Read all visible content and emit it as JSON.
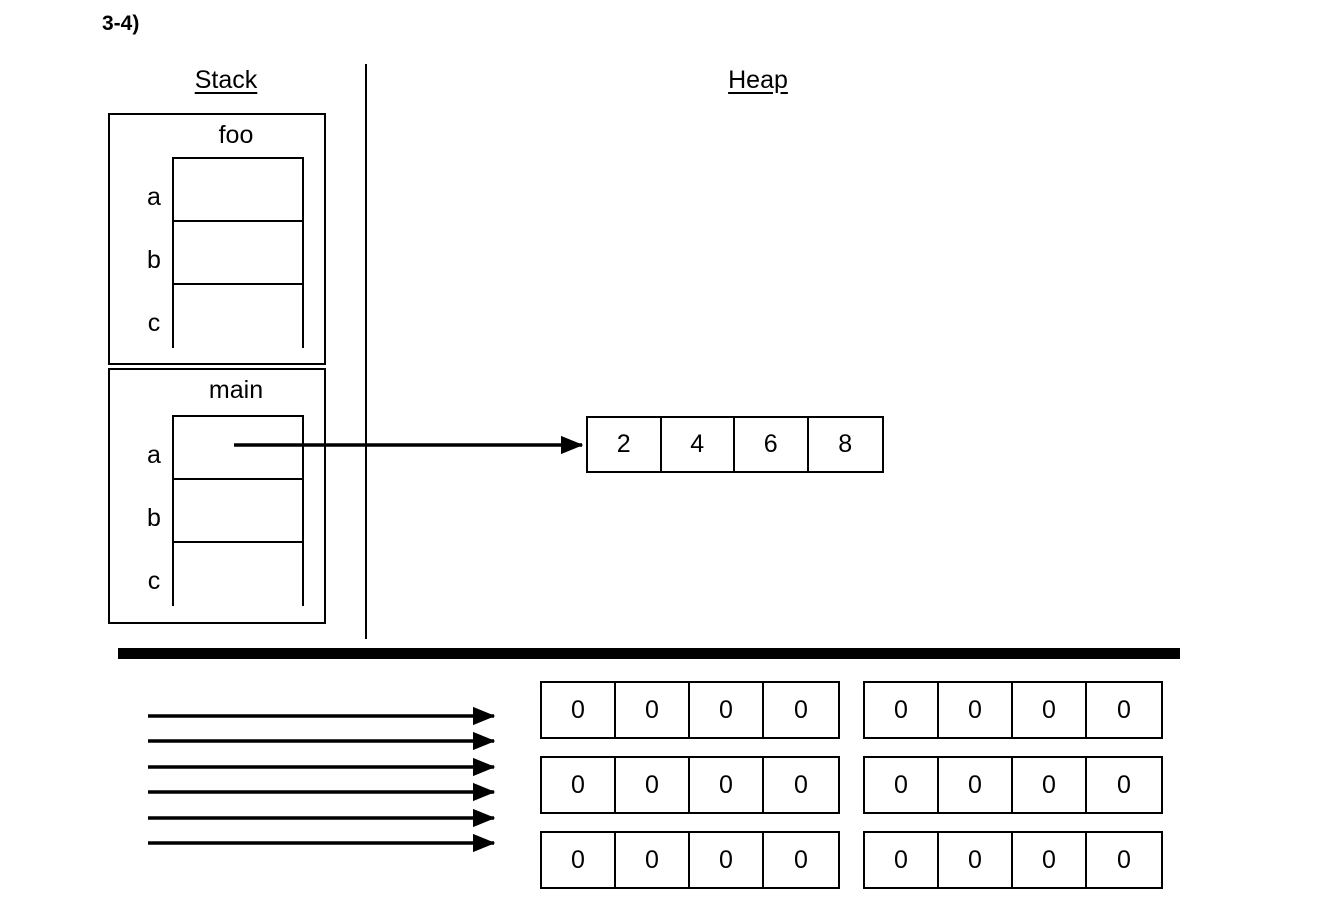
{
  "question": {
    "label": "3-4)"
  },
  "headings": {
    "stack": "Stack",
    "heap": "Heap"
  },
  "stack": {
    "frames": [
      {
        "name": "foo",
        "title": "foo",
        "variables": [
          "a",
          "b",
          "c"
        ],
        "slot_values": [
          "",
          "",
          ""
        ]
      },
      {
        "name": "main",
        "title": "main",
        "variables": [
          "a",
          "b",
          "c"
        ],
        "slot_values": [
          "",
          "",
          ""
        ]
      }
    ]
  },
  "heap": {
    "arrays": [
      {
        "name": "main-a-array",
        "values": [
          "2",
          "4",
          "6",
          "8"
        ]
      }
    ]
  },
  "bottom": {
    "arrow_count": 6,
    "arrays": [
      {
        "name": "blank-array-1",
        "values": [
          "0",
          "0",
          "0",
          "0"
        ]
      },
      {
        "name": "blank-array-2",
        "values": [
          "0",
          "0",
          "0",
          "0"
        ]
      },
      {
        "name": "blank-array-3",
        "values": [
          "0",
          "0",
          "0",
          "0"
        ]
      },
      {
        "name": "blank-array-4",
        "values": [
          "0",
          "0",
          "0",
          "0"
        ]
      },
      {
        "name": "blank-array-5",
        "values": [
          "0",
          "0",
          "0",
          "0"
        ]
      },
      {
        "name": "blank-array-6",
        "values": [
          "0",
          "0",
          "0",
          "0"
        ]
      }
    ]
  },
  "colors": {
    "ink": "#000000",
    "paper": "#ffffff"
  }
}
